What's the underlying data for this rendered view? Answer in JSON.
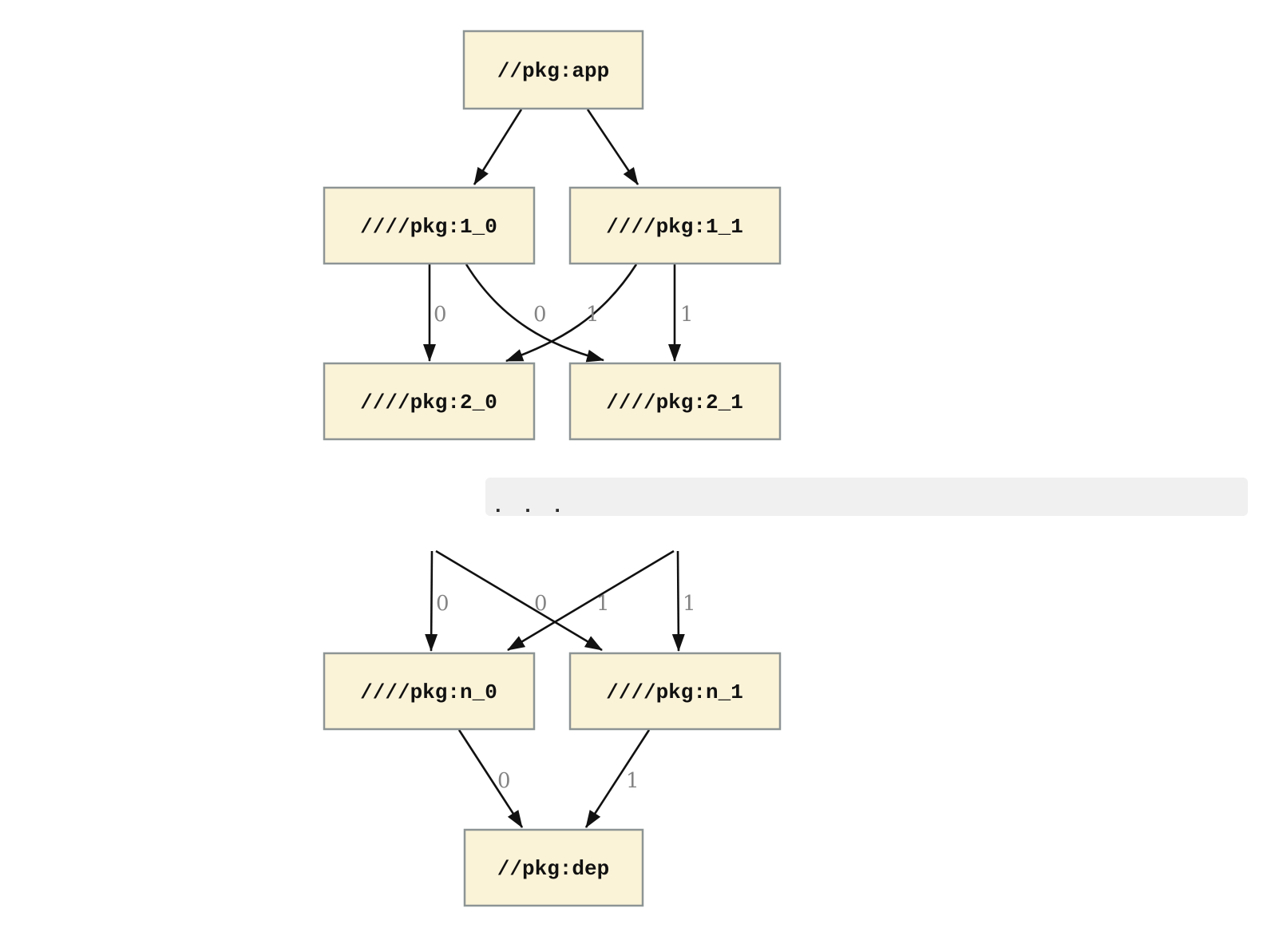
{
  "diagram": {
    "nodes": [
      {
        "id": "app",
        "label": "//pkg:app"
      },
      {
        "id": "1_0",
        "label": "////pkg:1_0"
      },
      {
        "id": "1_1",
        "label": "////pkg:1_1"
      },
      {
        "id": "2_0",
        "label": "////pkg:2_0"
      },
      {
        "id": "2_1",
        "label": "////pkg:2_1"
      },
      {
        "id": "n_0",
        "label": "////pkg:n_0"
      },
      {
        "id": "n_1",
        "label": "////pkg:n_1"
      },
      {
        "id": "dep",
        "label": "//pkg:dep"
      }
    ],
    "edges": [
      {
        "from": "app",
        "to": "1_0",
        "label": ""
      },
      {
        "from": "app",
        "to": "1_1",
        "label": ""
      },
      {
        "from": "1_0",
        "to": "2_0",
        "label": "0"
      },
      {
        "from": "1_0",
        "to": "2_1",
        "label": "0"
      },
      {
        "from": "1_1",
        "to": "2_0",
        "label": "1"
      },
      {
        "from": "1_1",
        "to": "2_1",
        "label": "1"
      },
      {
        "from": "ellipsis_0",
        "to": "n_0",
        "label": "0"
      },
      {
        "from": "ellipsis_0",
        "to": "n_1",
        "label": "0"
      },
      {
        "from": "ellipsis_1",
        "to": "n_0",
        "label": "1"
      },
      {
        "from": "ellipsis_1",
        "to": "n_1",
        "label": "1"
      },
      {
        "from": "n_0",
        "to": "dep",
        "label": "0"
      },
      {
        "from": "n_1",
        "to": "dep",
        "label": "1"
      }
    ],
    "ellipsis": ". . .",
    "colors": {
      "node_fill": "#FBF3D8",
      "node_border": "#8D9494",
      "edge": "#111111",
      "node_text": "#111111",
      "edge_label": "#848484",
      "band_bg": "#F0F0F0",
      "page_bg": "#FFFFFF"
    }
  }
}
